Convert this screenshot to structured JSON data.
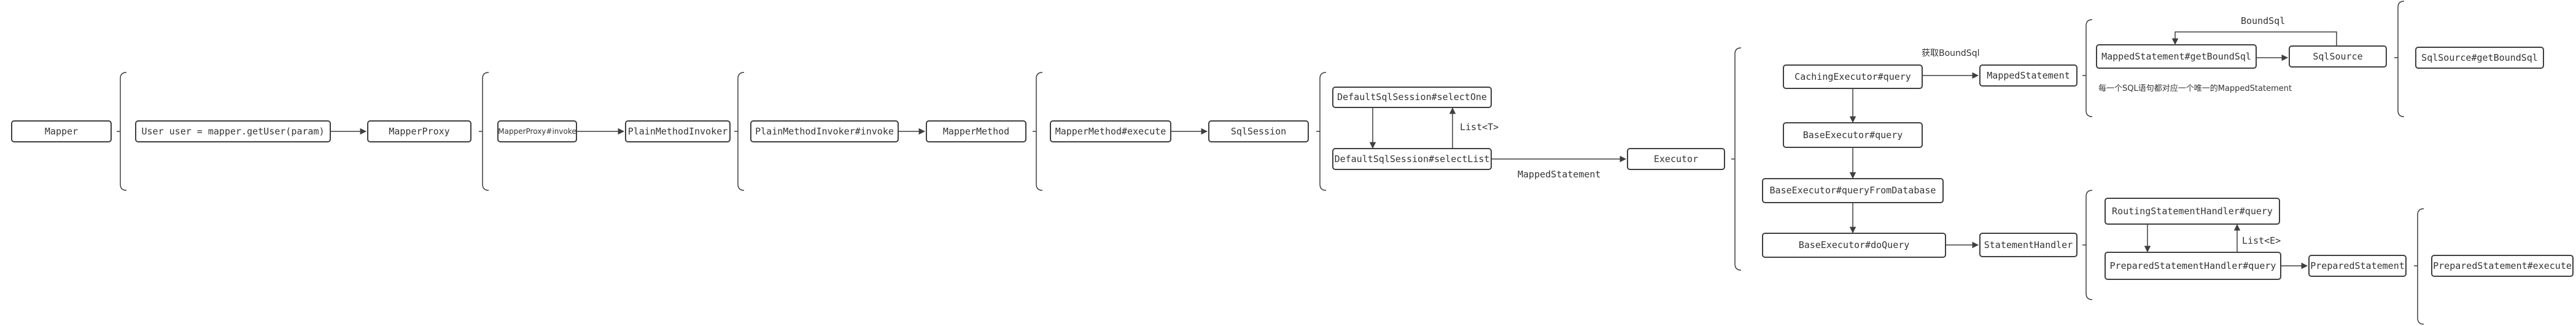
{
  "nodes": {
    "mapper": "Mapper",
    "user_call": "User user = mapper.getUser(param)",
    "mapper_proxy": "MapperProxy",
    "mapper_proxy_invoke": "MapperProxy#invoke",
    "plain_method_invoker": "PlainMethodInvoker",
    "plain_method_invoker_invoke": "PlainMethodInvoker#invoke",
    "mapper_method": "MapperMethod",
    "mapper_method_execute": "MapperMethod#execute",
    "sql_session": "SqlSession",
    "default_select_one": "DefaultSqlSession#selectOne",
    "default_select_list": "DefaultSqlSession#selectList",
    "executor": "Executor",
    "caching_executor_query": "CachingExecutor#query",
    "mapped_statement": "MappedStatement",
    "base_executor_query": "BaseExecutor#query",
    "base_executor_query_from_db": "BaseExecutor#queryFromDatabase",
    "base_executor_do_query": "BaseExecutor#doQuery",
    "statement_handler": "StatementHandler",
    "mapped_statement_get_bound_sql": "MappedStatement#getBoundSql",
    "sql_source": "SqlSource",
    "sql_source_get_bound_sql": "SqlSource#getBoundSql",
    "routing_statement_handler_query": "RoutingStatementHandler#query",
    "prepared_statement_handler_query": "PreparedStatementHandler#query",
    "prepared_statement": "PreparedStatement",
    "prepared_statement_execute": "PreparedStatement#execute"
  },
  "labels": {
    "list_t": "List<T>",
    "mapped_statement_edge": "MappedStatement",
    "get_bound_sql": "获取BoundSql",
    "bound_sql": "BoundSql",
    "sql_note": "每一个SQL语句都对应一个唯一的MappedStatement",
    "list_e": "List<E>"
  },
  "colors": {
    "stroke": "#3f3f3f",
    "text": "#333333",
    "background": "#ffffff",
    "list_t_accent": "#2a9aa0"
  }
}
